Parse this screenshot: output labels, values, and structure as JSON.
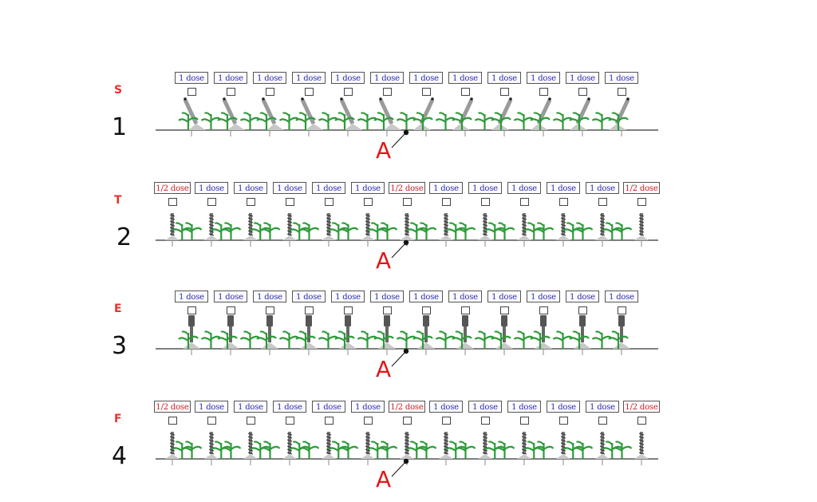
{
  "rows": [
    {
      "letter": "S",
      "number": "1",
      "marker": "A",
      "nozzle_style": "angled",
      "doses": [
        "1 dose",
        "1 dose",
        "1 dose",
        "1 dose",
        "1 dose",
        "1 dose",
        "1 dose",
        "1 dose",
        "1 dose",
        "1 dose",
        "1 dose",
        "1 dose"
      ]
    },
    {
      "letter": "T",
      "number": "2",
      "marker": "A",
      "nozzle_style": "vertical-drop",
      "doses": [
        "1/2 dose",
        "1 dose",
        "1 dose",
        "1 dose",
        "1 dose",
        "1 dose",
        "1/2 dose",
        "1 dose",
        "1 dose",
        "1 dose",
        "1 dose",
        "1 dose",
        "1/2 dose"
      ]
    },
    {
      "letter": "E",
      "number": "3",
      "marker": "A",
      "nozzle_style": "twin-drop",
      "doses": [
        "1 dose",
        "1 dose",
        "1 dose",
        "1 dose",
        "1 dose",
        "1 dose",
        "1 dose",
        "1 dose",
        "1 dose",
        "1 dose",
        "1 dose",
        "1 dose"
      ]
    },
    {
      "letter": "F",
      "number": "4",
      "marker": "A",
      "nozzle_style": "vertical-drop",
      "doses": [
        "1/2 dose",
        "1 dose",
        "1 dose",
        "1 dose",
        "1 dose",
        "1 dose",
        "1/2 dose",
        "1 dose",
        "1 dose",
        "1 dose",
        "1 dose",
        "1 dose",
        "1/2 dose"
      ]
    }
  ],
  "colors": {
    "row_letter": "#e8332e",
    "marker": "#e01818",
    "dose_full": "#2c2cb0",
    "dose_half": "#d02424",
    "plant": "#2e9b3a",
    "nozzle": "#9a9a9a",
    "ground": "#555555"
  }
}
